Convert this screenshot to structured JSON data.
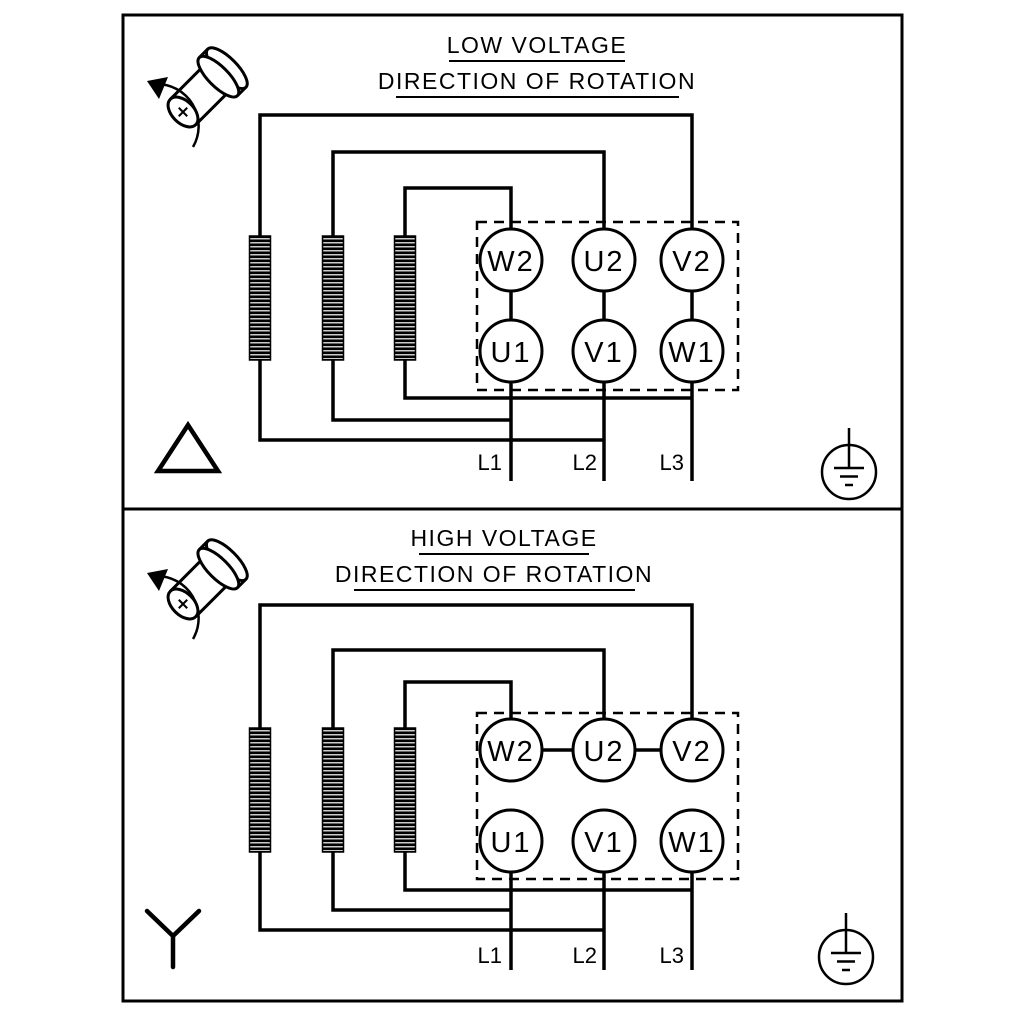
{
  "panels": [
    {
      "id": "low-voltage",
      "title": "LOW VOLTAGE",
      "subtitle": "DIRECTION OF ROTATION",
      "connection": "delta",
      "terminals_top": [
        "W2",
        "U2",
        "V2"
      ],
      "terminals_bottom": [
        "U1",
        "V1",
        "W1"
      ],
      "leads": [
        "L1",
        "L2",
        "L3"
      ],
      "icons": {
        "rotation": "rotation-shaft-icon",
        "connection": "delta-connection-icon",
        "ground": "earth-ground-icon"
      }
    },
    {
      "id": "high-voltage",
      "title": "HIGH VOLTAGE",
      "subtitle": "DIRECTION OF ROTATION",
      "connection": "star",
      "terminals_top": [
        "W2",
        "U2",
        "V2"
      ],
      "terminals_bottom": [
        "U1",
        "V1",
        "W1"
      ],
      "leads": [
        "L1",
        "L2",
        "L3"
      ],
      "icons": {
        "rotation": "rotation-shaft-icon",
        "connection": "star-connection-icon",
        "ground": "earth-ground-icon"
      }
    }
  ],
  "colors": {
    "line": "#000000",
    "background": "#ffffff"
  }
}
